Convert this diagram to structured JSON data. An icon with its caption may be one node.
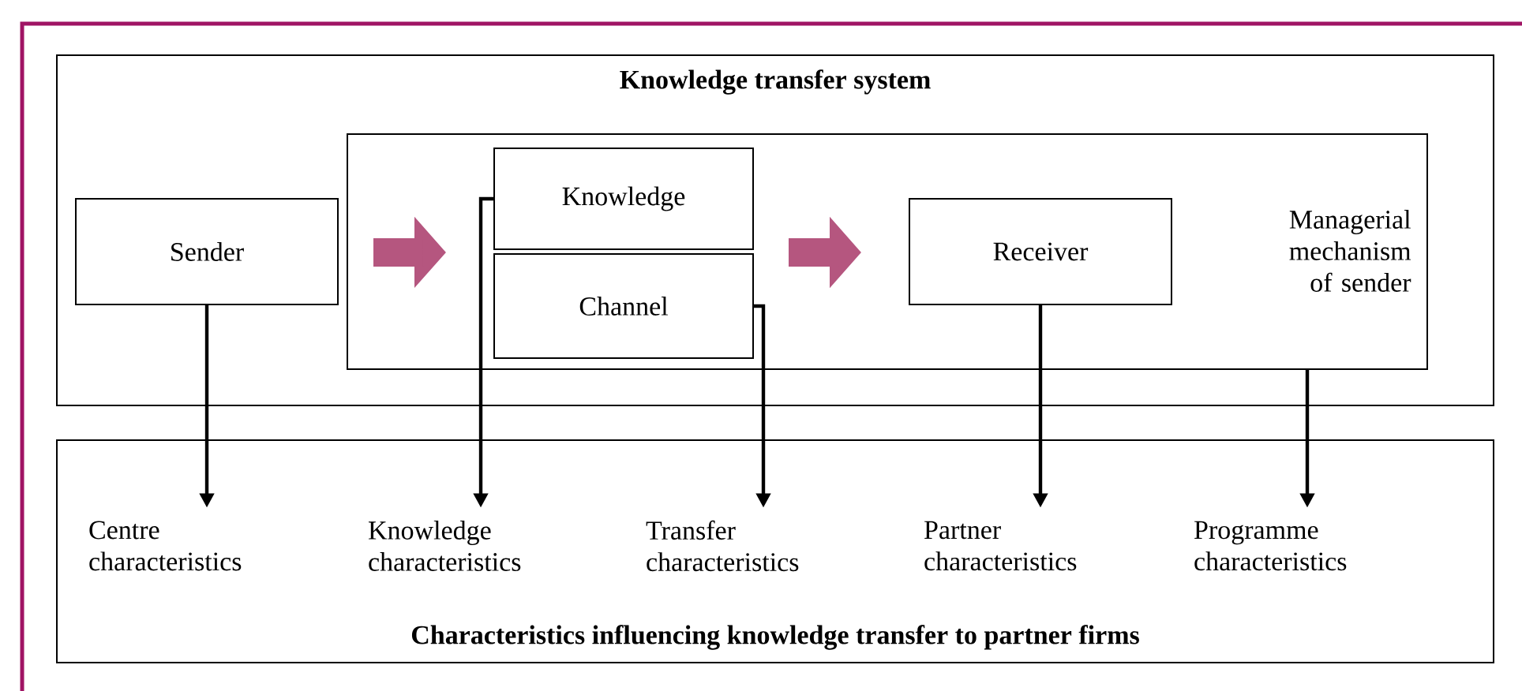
{
  "diagram": {
    "nodes": [
      {
        "text": [
          "Knowledge transfer system"
        ]
      },
      {
        "text": [
          "Sender"
        ],
        "in": 0
      },
      {
        "text": [
          "Managerial mechanism of sender"
        ],
        "in": 0
      },
      {
        "text": [
          "Knowledge"
        ],
        "in": 2
      },
      {
        "text": [
          "Channel"
        ],
        "in": 2
      },
      {
        "text": [
          "Receiver"
        ],
        "in": 2
      },
      {
        "text": [
          "Characteristics influencing knowledge transfer to partner firms"
        ]
      },
      {
        "text": [
          "Centre characteristics"
        ],
        "in": 6
      },
      {
        "text": [
          "Knowledge characteristics"
        ],
        "in": 6
      },
      {
        "text": [
          "Transfer characteristics"
        ],
        "in": 6
      },
      {
        "text": [
          "Partner characteristics"
        ],
        "in": 6
      },
      {
        "text": [
          "Programme characteristics"
        ],
        "in": 6
      }
    ],
    "edges": [
      {
        "from": 1,
        "to": 3,
        "arrow": "to",
        "style": "thick",
        "color": "#b5567f"
      },
      {
        "from": 3,
        "to": 5,
        "arrow": "to",
        "style": "thick",
        "color": "#b5567f"
      },
      {
        "from": 1,
        "to": 7,
        "arrow": "to"
      },
      {
        "from": 3,
        "to": 8,
        "arrow": "to"
      },
      {
        "from": 4,
        "to": 9,
        "arrow": "to"
      },
      {
        "from": 5,
        "to": 10,
        "arrow": "to"
      },
      {
        "from": 2,
        "to": 11,
        "arrow": "to"
      }
    ]
  }
}
